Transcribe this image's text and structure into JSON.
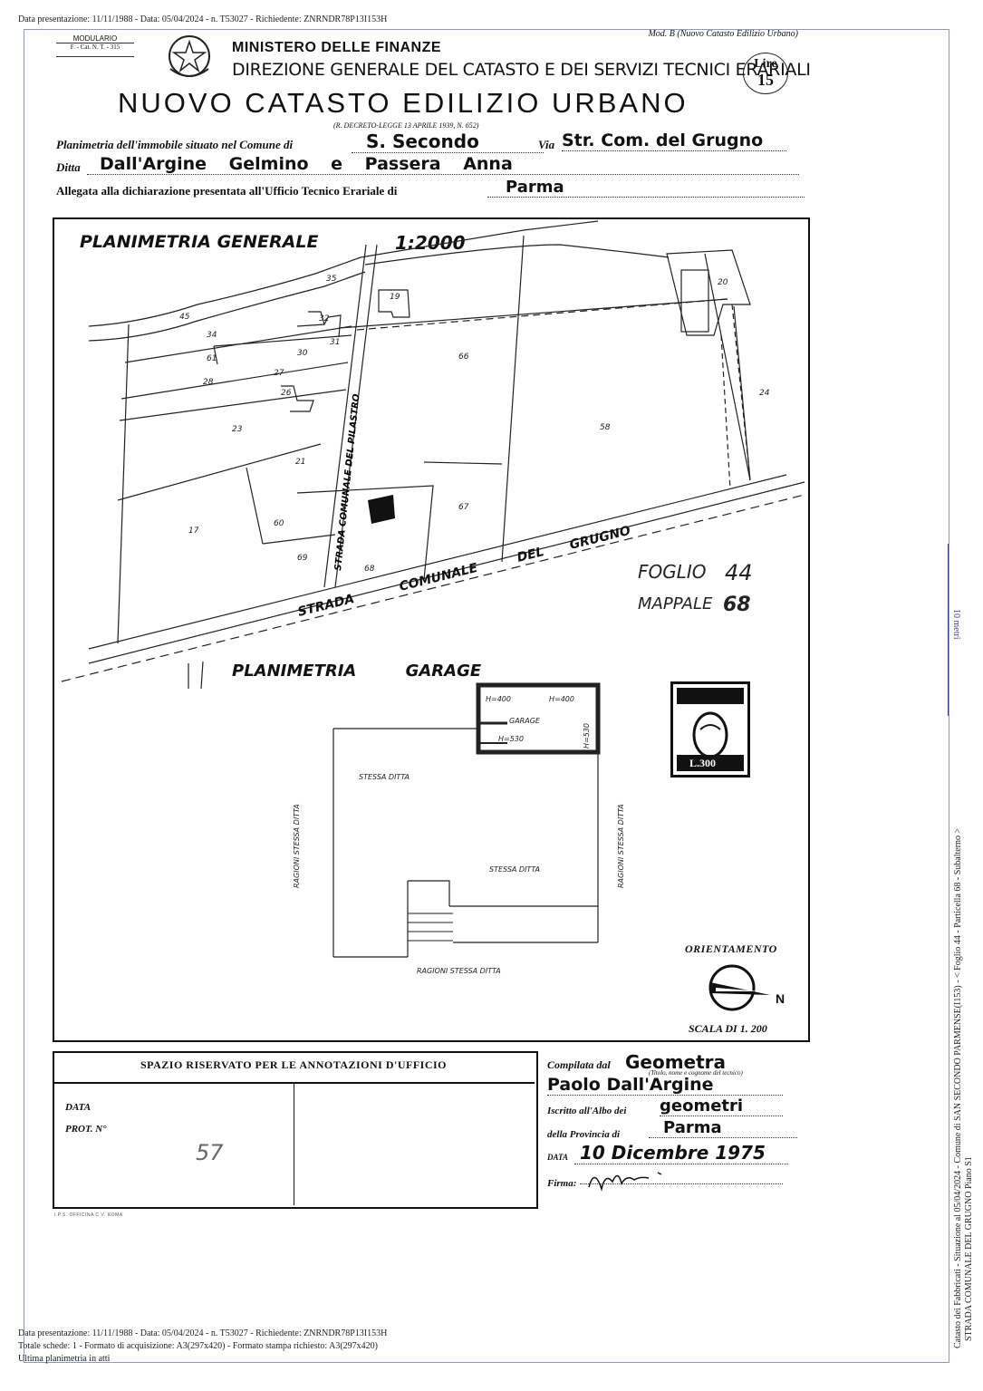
{
  "header_top": "Data presentazione: 11/11/1988 - Data: 05/04/2024 - n. T53027 - Richiedente: ZNRNDR78P13I153H",
  "modulario": {
    "title": "MODULARIO",
    "code": "F. - Cat. N. T. - 315"
  },
  "mod_b": "Mod. B (Nuovo Catasto Edilizio Urbano)",
  "ministry": "MINISTERO DELLE FINANZE",
  "direction": "DIREZIONE GENERALE DEL CATASTO E DEI SERVIZI TECNICI ERARIALI",
  "lire": {
    "label": "Lire",
    "value": "15"
  },
  "catasto_title": "NUOVO CATASTO EDILIZIO URBANO",
  "decree": "(R. DECRETO-LEGGE 13 APRILE 1939, N. 652)",
  "form": {
    "planimetria_label": "Planimetria dell'immobile situato nel Comune di",
    "comune": "S. Secondo",
    "via_label": "Via",
    "via": "Str. Com. del Grugno",
    "ditta_label": "Ditta",
    "ditta": "Dall'Argine Gelmino e Passera Anna",
    "allegata_label": "Allegata alla dichiarazione presentata all'Ufficio Tecnico Erariale di",
    "ufficio": "Parma"
  },
  "plan_general": {
    "title": "PLANIMETRIA GENERALE",
    "scale": "1:2000",
    "parcels": [
      "35",
      "19",
      "20",
      "45",
      "32",
      "34",
      "31",
      "30",
      "61",
      "27",
      "28",
      "26",
      "66",
      "24",
      "23",
      "58",
      "21",
      "67",
      "17",
      "60",
      "69",
      "68"
    ],
    "road_vertical": "STRADA COMUNALE DEL PILASTRO",
    "road_main": [
      "STRADA",
      "COMUNALE",
      "DEL",
      "GRUGNO"
    ],
    "foglio_label": "FOGLIO",
    "foglio": "44",
    "mappale_label": "MAPPALE",
    "mappale": "68"
  },
  "plan_garage": {
    "title": "PLANIMETRIA GARAGE",
    "h1": "H=400",
    "h2": "H=400",
    "garage_label": "GARAGE",
    "h3": "H=530",
    "h4": "H=530",
    "stessa_ditta_top": "STESSA DITTA",
    "stessa_ditta_center": "STESSA DITTA",
    "ragioni_left": "RAGIONI STESSA DITTA",
    "stessa_ditta_right": "RAGIONI STESSA DITTA",
    "ragioni_bottom": "RAGIONI STESSA DITTA"
  },
  "stamp_value": "L.300",
  "orientamento": "ORIENTAMENTO",
  "north": "N",
  "scala": "SCALA DI 1. 200",
  "ufficio_box": {
    "title": "SPAZIO RISERVATO PER LE ANNOTAZIONI D'UFFICIO",
    "data": "DATA",
    "prot": "PROT. N°",
    "number": "57"
  },
  "compilata": {
    "label": "Compilata dal",
    "title": "Geometra",
    "subnote": "(Titolo, nome e cognome del tecnico)",
    "name": "Paolo Dall'Argine",
    "albo_label": "Iscritto all'Albo dei",
    "albo": "geometri",
    "provincia_label": "della Provincia di",
    "provincia": "Parma",
    "data_label": "DATA",
    "data": "10 Dicembre 1975",
    "firma_label": "Firma:"
  },
  "printer": "I.P.S. OFFICINA C.V. ROMA",
  "scale_bar": "10 metri",
  "footer": {
    "line1": "Data presentazione: 11/11/1988 - Data: 05/04/2024 - n. T53027 - Richiedente: ZNRNDR78P13I153H",
    "line2": "Totale schede: 1 - Formato di acquisizione: A3(297x420) - Formato stampa richiesto: A3(297x420)",
    "line3": "Ultima planimetria in atti"
  },
  "side_note": "Catasto dei Fabbricati - Situazione al 05/04/2024 - Comune di SAN SECONDO PARMENSE(I153) - < Foglio 44 - Particella 68 - Subalterno >",
  "side_note2": "STRADA COMUNALE DEL GRUGNO Piano S1"
}
